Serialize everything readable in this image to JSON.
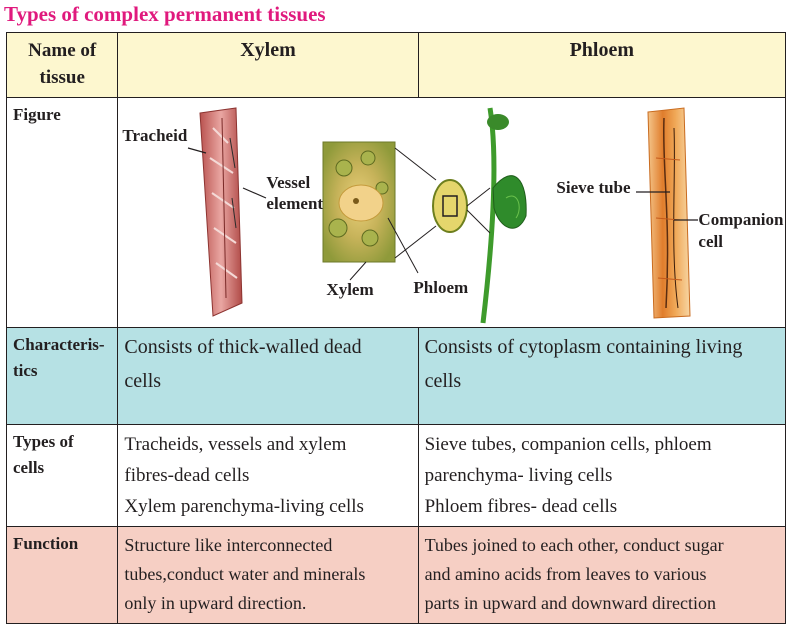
{
  "title": "Types of complex permanent tissues",
  "header": {
    "name_of_tissue": [
      "Name of",
      "tissue"
    ],
    "xylem": "Xylem",
    "phloem": "Phloem"
  },
  "rows": {
    "figure": {
      "label": "Figure",
      "labels": {
        "tracheid": "Tracheid",
        "vessel": "Vessel",
        "element": "element",
        "xylem": "Xylem",
        "phloem": "Phloem",
        "sieve_tube": "Sieve tube",
        "companion": "Companion",
        "cell": "cell"
      }
    },
    "characteristics": {
      "label": [
        "Characteris-",
        "tics"
      ],
      "xylem": [
        "Consists of thick-walled dead",
        "cells"
      ],
      "phloem": [
        "Consists of cytoplasm containing living",
        "cells"
      ]
    },
    "types_of_cells": {
      "label": [
        "Types of",
        "cells"
      ],
      "xylem": [
        "Tracheids, vessels and xylem",
        "fibres-dead cells",
        "Xylem parenchyma-living cells"
      ],
      "phloem": [
        "Sieve tubes, companion cells, phloem",
        "parenchyma- living cells",
        "Phloem fibres- dead cells"
      ]
    },
    "function": {
      "label": "Function",
      "xylem": [
        "Structure like interconnected",
        "tubes,conduct water and minerals",
        "only in upward direction."
      ],
      "phloem": [
        "Tubes joined to each other, conduct sugar",
        "and amino acids from leaves to various",
        "parts in upward and downward direction"
      ]
    }
  },
  "colors": {
    "title": "#e0197d",
    "header_bg": "#fdf7cf",
    "characteristics_bg": "#b6e1e4",
    "function_bg": "#f6cfc4"
  }
}
